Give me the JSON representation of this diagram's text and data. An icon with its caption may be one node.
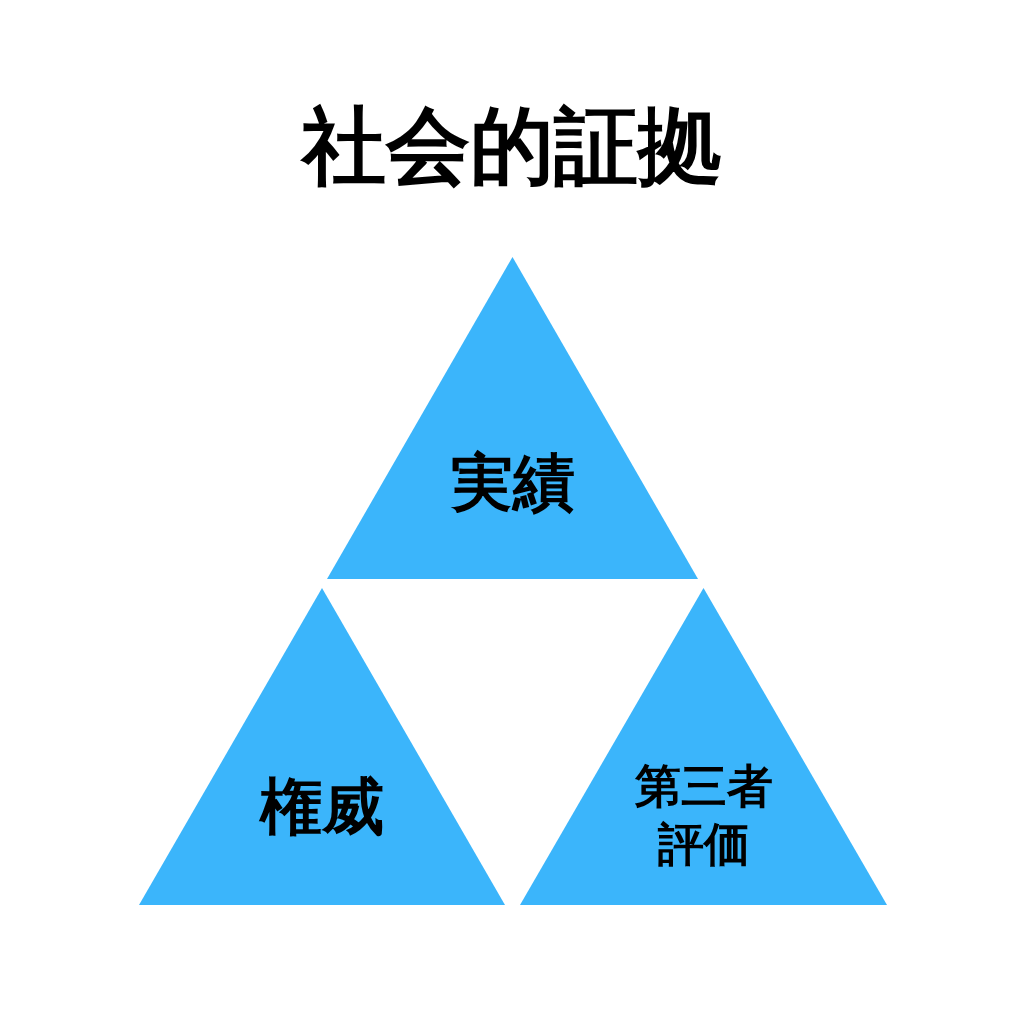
{
  "diagram": {
    "title": "社会的証拠",
    "nodes": [
      {
        "text": [
          "実績"
        ]
      },
      {
        "text": [
          "権威"
        ]
      },
      {
        "text": [
          "第三者評価"
        ]
      }
    ]
  }
}
